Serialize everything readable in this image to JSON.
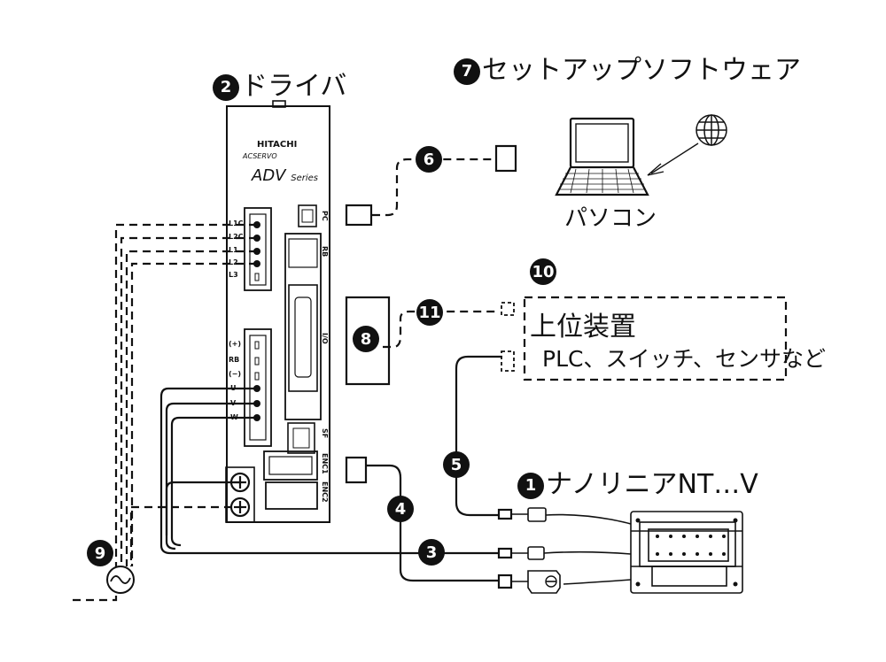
{
  "labels": {
    "driver": "ドライバ",
    "setup_software": "セットアップソフトウェア",
    "pc": "パソコン",
    "host": "上位装置",
    "host_sub": "PLC、スイッチ、センサなど",
    "actuator": "ナノリニアNT…V"
  },
  "numbers": [
    "1",
    "2",
    "3",
    "4",
    "5",
    "6",
    "7",
    "8",
    "9",
    "10",
    "11"
  ],
  "driver_panel": {
    "brand": "HITACHI",
    "model": "ACSERVO",
    "series_main": "ADV",
    "series_sub": "Series",
    "left_terminals_top": [
      "L1C",
      "L2C",
      "L1",
      "L2",
      "L3"
    ],
    "left_terminals_bottom": [
      "(+)",
      "RB",
      "(−)",
      "U",
      "V",
      "W"
    ],
    "right_ports": [
      "PC",
      "RB",
      "I/O",
      "SF",
      "ENC1",
      "ENC2"
    ]
  },
  "icons": [
    "globe-icon",
    "laptop-icon",
    "ac-source-icon",
    "ground-screw-icon"
  ]
}
